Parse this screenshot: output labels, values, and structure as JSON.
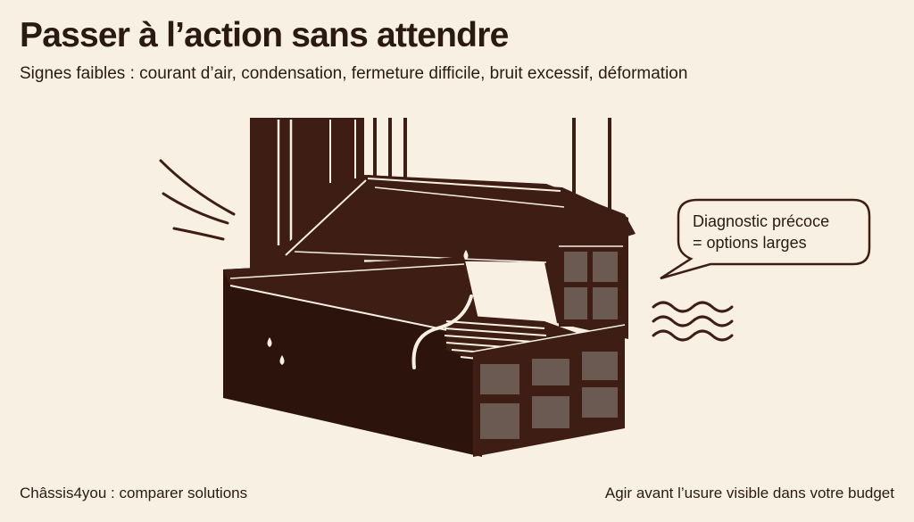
{
  "heading": {
    "title": "Passer à l’action sans attendre",
    "subtitle": "Signes faibles : courant d’air, condensation, fermeture difficile, bruit excessif, déformation"
  },
  "callout": {
    "line1": "Diagnostic précoce",
    "line2": "= options larges"
  },
  "footer": {
    "left": "Châssis4you : comparer solutions",
    "right": "Agir avant l’usure visible dans votre budget"
  },
  "colors": {
    "background": "#f8f1e3",
    "frame": "#3e1e14",
    "frame_dark": "#2c140d",
    "chamber": "#6b5a52",
    "text": "#2a1a12"
  },
  "icons": [
    "air-draft-icon",
    "condensation-drop-icon",
    "noise-wave-icon",
    "speech-bubble-icon"
  ]
}
